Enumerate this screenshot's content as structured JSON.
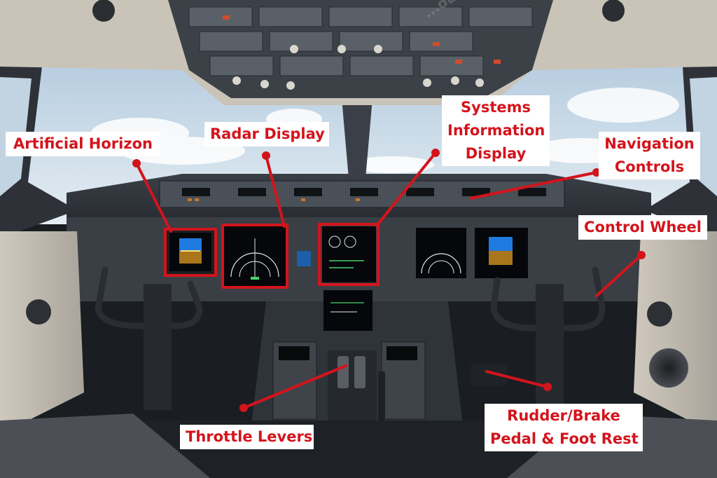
{
  "labels": {
    "artificial_horizon": "Artificial Horizon",
    "radar_display": "Radar Display",
    "systems_information_display": [
      "Systems",
      "Information",
      "Display"
    ],
    "navigation_controls": [
      "Navigation",
      "Controls"
    ],
    "control_wheel": "Control Wheel",
    "throttle_levers": "Throttle Levers",
    "rudder_brake": [
      "Rudder/Brake",
      "Pedal & Foot Rest"
    ]
  },
  "watermark": "...out inside ...inside ...",
  "colors": {
    "callout_red": "#d3141c",
    "label_background": "#ffffff",
    "sky": "#c9dbea",
    "panel_dark": "#2b2f35"
  }
}
